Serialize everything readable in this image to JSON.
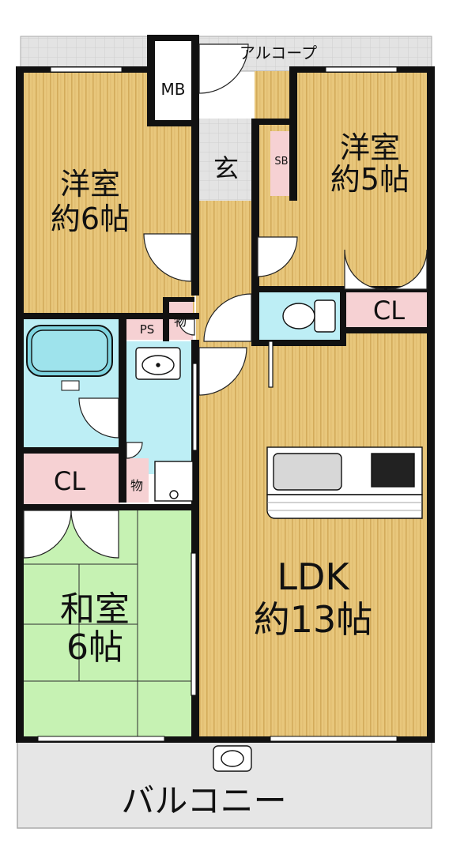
{
  "plan": {
    "alcove": "アルコープ",
    "mb": "MB",
    "genkan": "玄",
    "sb": "SB",
    "western_left": {
      "line1": "洋室",
      "line2": "約6帖"
    },
    "western_right": {
      "line1": "洋室",
      "line2": "約5帖"
    },
    "cl_right": "CL",
    "ps": "PS",
    "storage_top": "物",
    "cl_left": "CL",
    "storage_bottom": "物",
    "japanese": {
      "line1": "和室",
      "line2": "6帖"
    },
    "ldk": {
      "line1": "LDK",
      "line2": "約13帖"
    },
    "balcony": "バルコニー"
  },
  "colors": {
    "wood": "#e8c77c",
    "wood_stripe": "#d3ab5b",
    "tatami": "#c6f2b3",
    "water": "#bdeef5",
    "closet": "#f6d1d3",
    "outdoor": "#e6e6e6",
    "wall": "#111111"
  }
}
